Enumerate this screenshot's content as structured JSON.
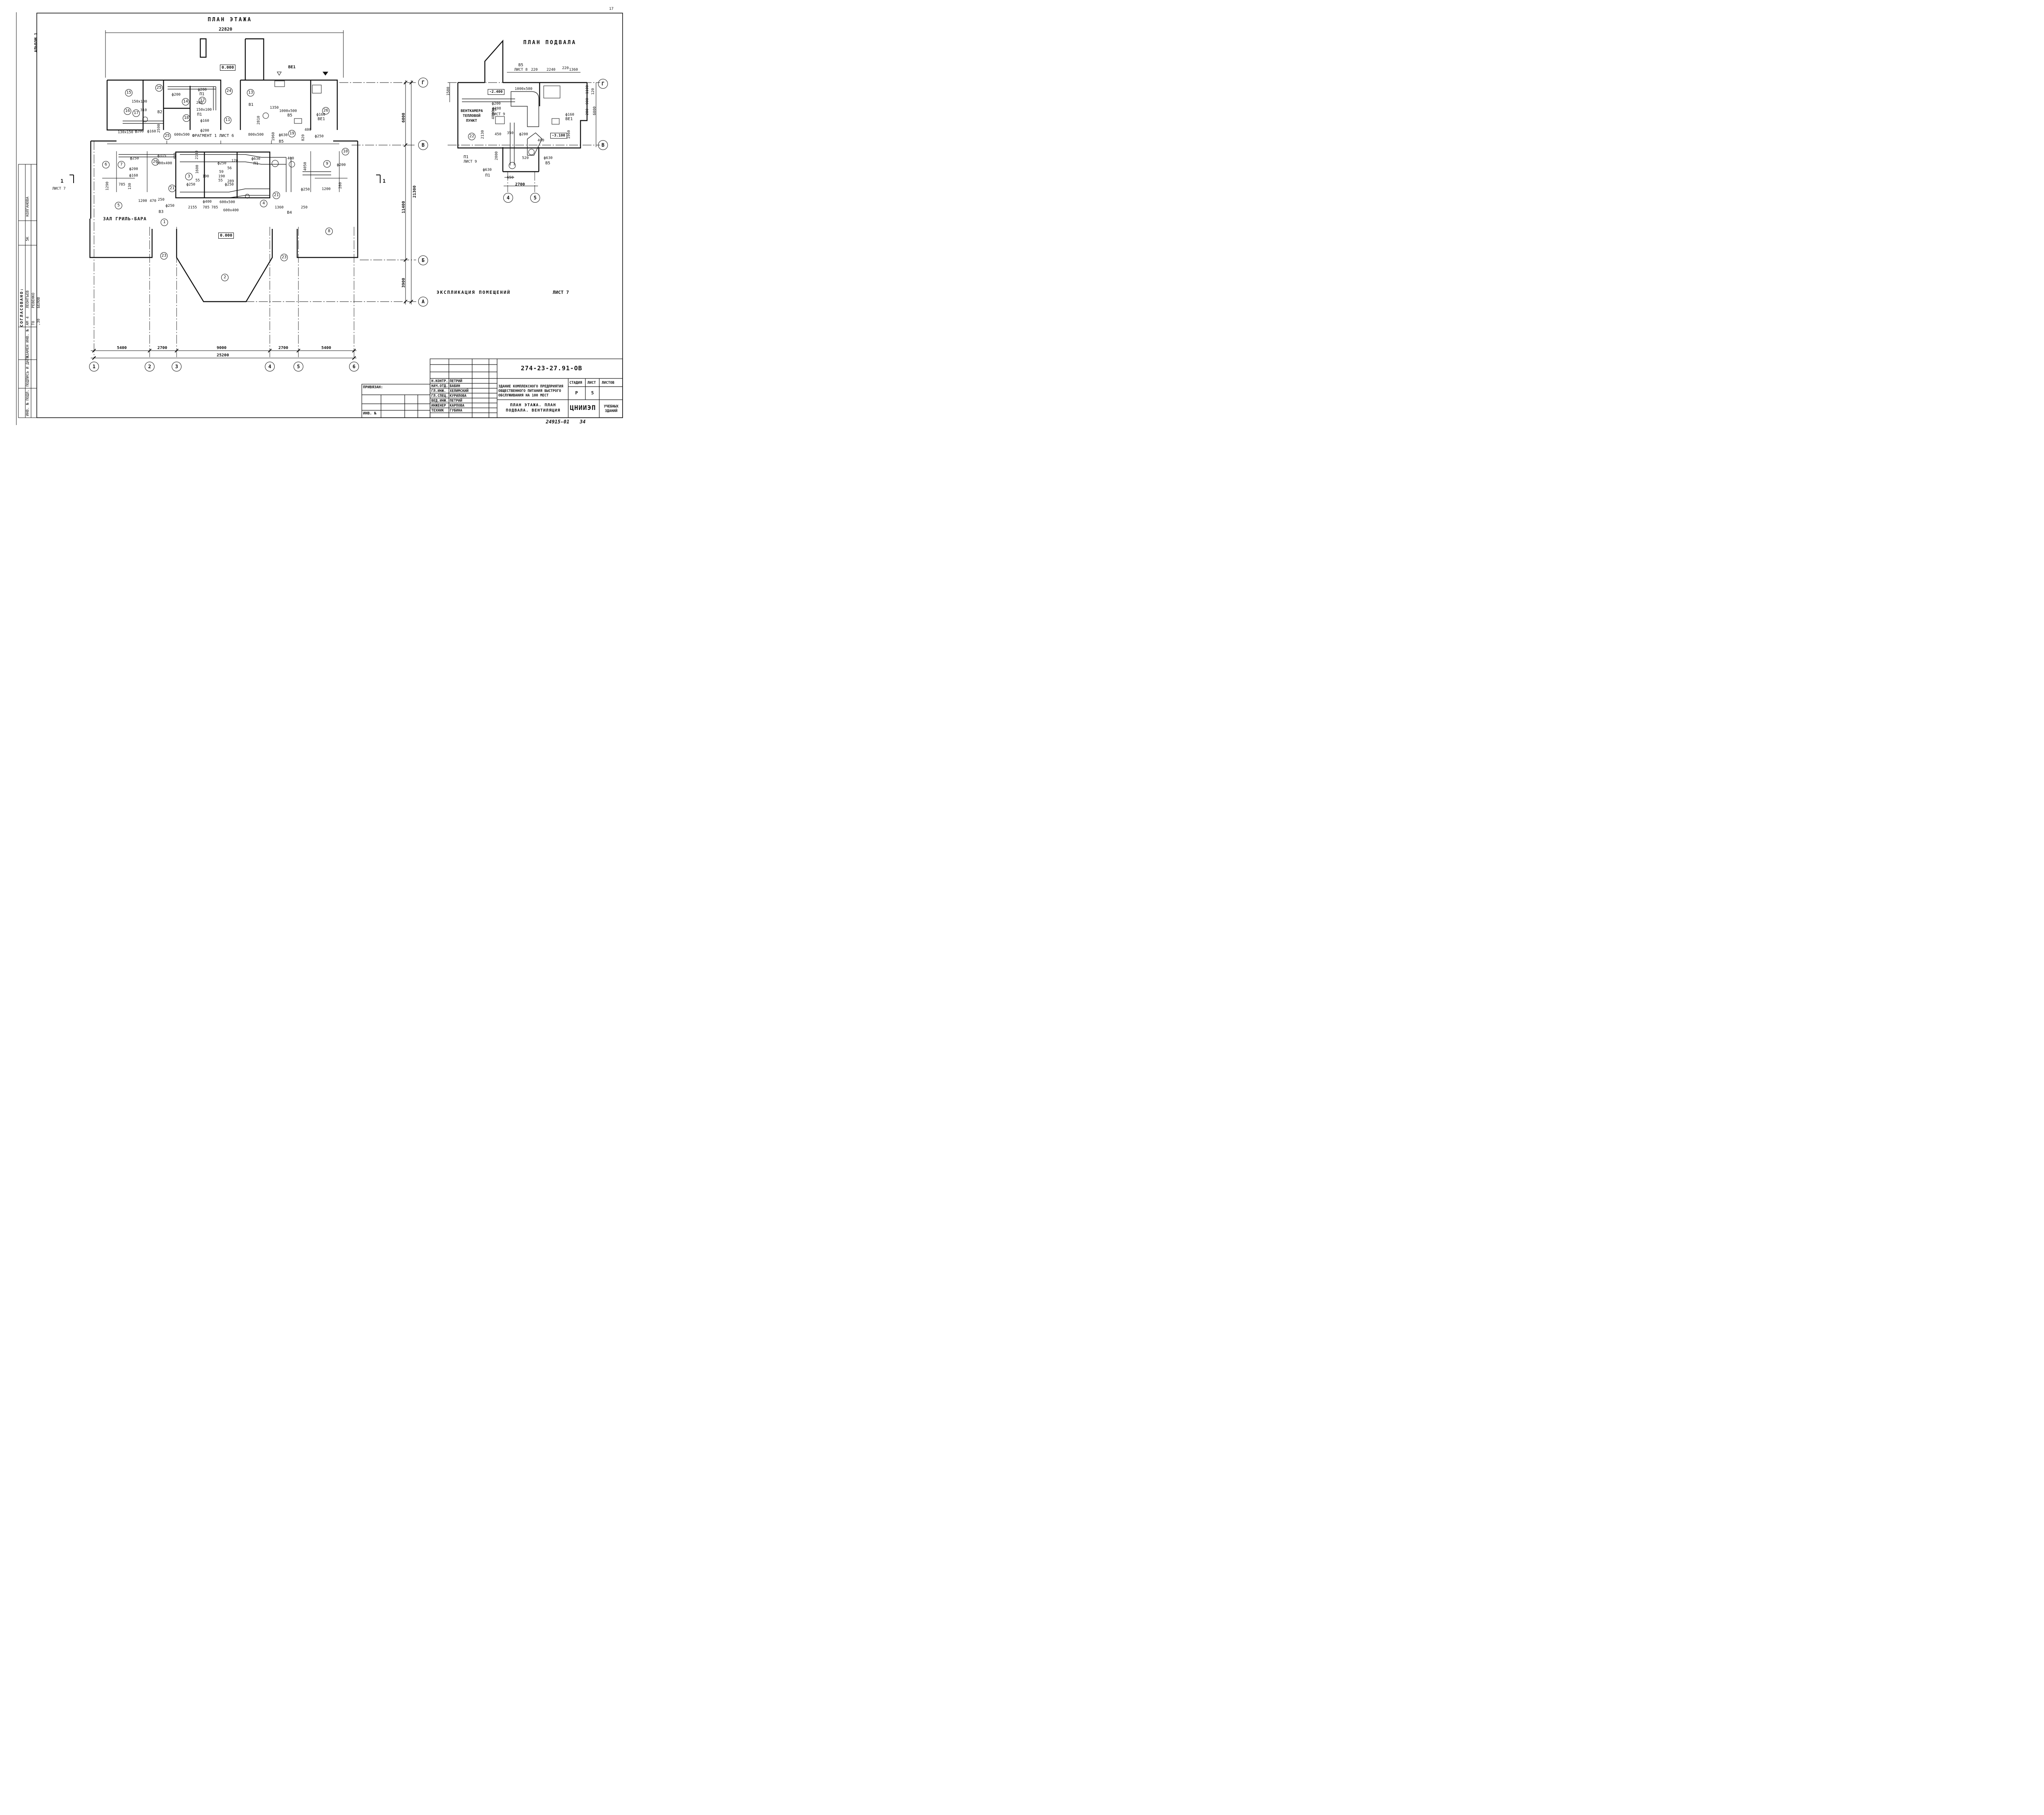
{
  "album": "АЛЬБОМ 1",
  "corner_mark": "17",
  "floor_plan": {
    "title": "ПЛАН ЭТАЖА",
    "overall_width": "22820",
    "overall_width_bottom": "25200",
    "bottom_spans": [
      "5400",
      "2700",
      "9000",
      "2700",
      "5400"
    ],
    "axes_bottom": [
      "1",
      "2",
      "3",
      "4",
      "5",
      "6"
    ],
    "axes_right": [
      "Г",
      "В",
      "Б",
      "А"
    ],
    "right_dims": [
      "6000",
      "11400",
      "21300",
      "3900"
    ],
    "level_top": "0.000",
    "level_hall": "0.000",
    "hall_label": "ЗАЛ ГРИЛЬ-БАРА",
    "fragment_note": "ФРАГМЕНТ 1  ЛИСТ 6",
    "section_mark": "1",
    "section_ref": "ЛИСТ 7",
    "rooms": [
      "15",
      "25",
      "14",
      "12",
      "24",
      "13",
      "26",
      "16",
      "17",
      "18",
      "11",
      "25",
      "19",
      "6",
      "7",
      "20",
      "3",
      "9",
      "10",
      "5",
      "21",
      "4",
      "21",
      "1",
      "8",
      "23",
      "2",
      "23",
      "22"
    ],
    "labels": {
      "ve1": "ВЕ1",
      "ve1b": "ВЕ1",
      "b1": "В1",
      "b5": "В5",
      "b5b": "В5",
      "b2": "В2",
      "b3": "В3",
      "b4": "В4",
      "p1": "П1",
      "p1b": "П1",
      "p1c": "П1",
      "d200a": "ф200",
      "d200b": "ф200",
      "d200c": "ф200",
      "d200d": "ф200",
      "d200e": "ф200",
      "d200f": "ф200",
      "d160a": "ф160",
      "d160b": "ф160",
      "d160c": "ф160",
      "d160d": "ф160",
      "d250a": "ф250",
      "d250b": "ф250",
      "d250c": "ф250",
      "d250d": "ф250",
      "d250e": "ф250",
      "d250f": "ф250",
      "d250g": "ф250",
      "d315": "ф315",
      "d400": "ф400",
      "d630a": "ф630",
      "d630b": "ф630",
      "s150x100a": "150х100",
      "s150x100b": "150х100",
      "s130x150": "130х150",
      "s1000x500": "1000х500",
      "s600x500a": "600х500",
      "s600x500b": "600х500",
      "s800x500": "800х500",
      "s600x400a": "600х400",
      "s600x400b": "600х400",
      "n1350": "1350",
      "n2810": "2810",
      "n1960": "1960",
      "n400a": "400",
      "n400b": "400",
      "n820": "820",
      "n4050": "4050",
      "n1290": "1290",
      "n785a": "785",
      "n785b": "785",
      "n785c": "785",
      "n1200a": "1200",
      "n1200b": "1200",
      "n2155": "2155",
      "n1360": "1360",
      "n250a": "250",
      "n250b": "250",
      "n470": "470",
      "n1600": "1600",
      "n2140": "2140",
      "n490": "490",
      "n170": "170",
      "n190a": "190",
      "n190b": "190",
      "n55a": "55",
      "n55b": "55",
      "n56": "56",
      "n59": "59",
      "n289": "289",
      "n280": "280",
      "n2590": "2590",
      "n130": "130",
      "n310": "310",
      "n200": "200"
    }
  },
  "basement_plan": {
    "title": "ПЛАН ПОДВАЛА",
    "b5_ref": "В5",
    "b5_ref_sheet": "ЛИСТ 8",
    "b5_sheet9": "ЛИСТ 9",
    "level_a": "-2.400",
    "level_b": "-3.100",
    "room_label_1": "ВЕНТКАМЕРА",
    "room_label_2": "ТЕПЛОВОЙ",
    "room_label_3": "ПУНКТ",
    "room_num": "22",
    "p1_label": "П1",
    "p1_sheet": "ЛИСТ 9",
    "p1_bottom": "П1",
    "b5_bottom": "В5",
    "b5_mid": "В5",
    "ve1": "ВЕ1",
    "dims": {
      "d1580": "1580",
      "d220a": "220",
      "d2240": "2240",
      "d220b": "220",
      "d1360": "1360",
      "d1000x580": "1000х580",
      "d1100": "1100",
      "d900": "900",
      "d280": "280",
      "d6000": "6000",
      "d120": "120",
      "d4000": "4000",
      "d2130": "2130",
      "d450": "450",
      "d350": "350",
      "d2000": "2000",
      "d650": "650",
      "d2700": "2700",
      "d1960": "1960",
      "d400": "400",
      "d520": "520",
      "d200a": "ф200",
      "d200b": "ф200",
      "d160": "ф160",
      "d630a": "ф630",
      "d630b": "ф630",
      "d208": "ф208"
    },
    "axes_bottom": [
      "4",
      "5"
    ],
    "axes_right": [
      "Г",
      "В"
    ]
  },
  "explication": {
    "text": "ЭКСПЛИКАЦИЯ ПОМЕЩЕНИЙ",
    "ref": "ЛИСТ 7"
  },
  "approval": {
    "header": "СОГЛАСОВАНО:",
    "rows": [
      {
        "dept": "АМ 4",
        "name": "ЛЕОНТЬЕВ"
      },
      {
        "dept": "ТО",
        "name": "РЕВЕНКО"
      },
      {
        "dept": ",30",
        "name": "БЕЛОВ"
      }
    ],
    "top_stamp": {
      "dept": "5К",
      "name": "КОЛГАНОВА"
    },
    "side_labels": [
      "ИНВ. № ПОДЛ.",
      "ПОДПИСЬ И ДАТА",
      "ВЗАМЕН ИНВ. №"
    ]
  },
  "title_block": {
    "code": "274-23-27.91-ОВ",
    "privyazan": "ПРИВЯЗАН:",
    "inv": "ИНВ. №",
    "roles": [
      {
        "role": "Н.КОНТР.",
        "name": "ПЕТРИЙ"
      },
      {
        "role": "НАЧ.ОТД.",
        "name": "БАБИН"
      },
      {
        "role": "ГЛ.ИНЖ.",
        "name": "ХЕЛИМСКИЙ"
      },
      {
        "role": "ГЛ.СПЕЦ.",
        "name": "КУРИЛОВА"
      },
      {
        "role": "ВЕД.ИНЖ.",
        "name": "ПЕТРИЙ"
      },
      {
        "role": "ИНЖЕНЕР",
        "name": "КАРПОВА"
      },
      {
        "role": "ТЕХНИК",
        "name": "ГУБИНА"
      }
    ],
    "description": "ЗДАНИЕ КОМПЛЕКСНОГО ПРЕДПРИЯТИЯ ОБЩЕСТВЕННОГО ПИТАНИЯ БЫСТРОГО ОБСЛУЖИВАНИЯ НА 100 МЕСТ",
    "sheet_title": "ПЛАН ЭТАЖА. ПЛАН ПОДВАЛА. ВЕНТИЛЯЦИЯ",
    "stage_h": "СТАДИЯ",
    "sheet_h": "ЛИСТ",
    "sheets_h": "ЛИСТОВ",
    "stage": "Р",
    "sheet": "5",
    "org": "ЦНИИЭП",
    "org_sub": "УЧЕБНЫХ ЗДАНИЙ"
  },
  "archive_no": "24915-01",
  "page_no": "34"
}
